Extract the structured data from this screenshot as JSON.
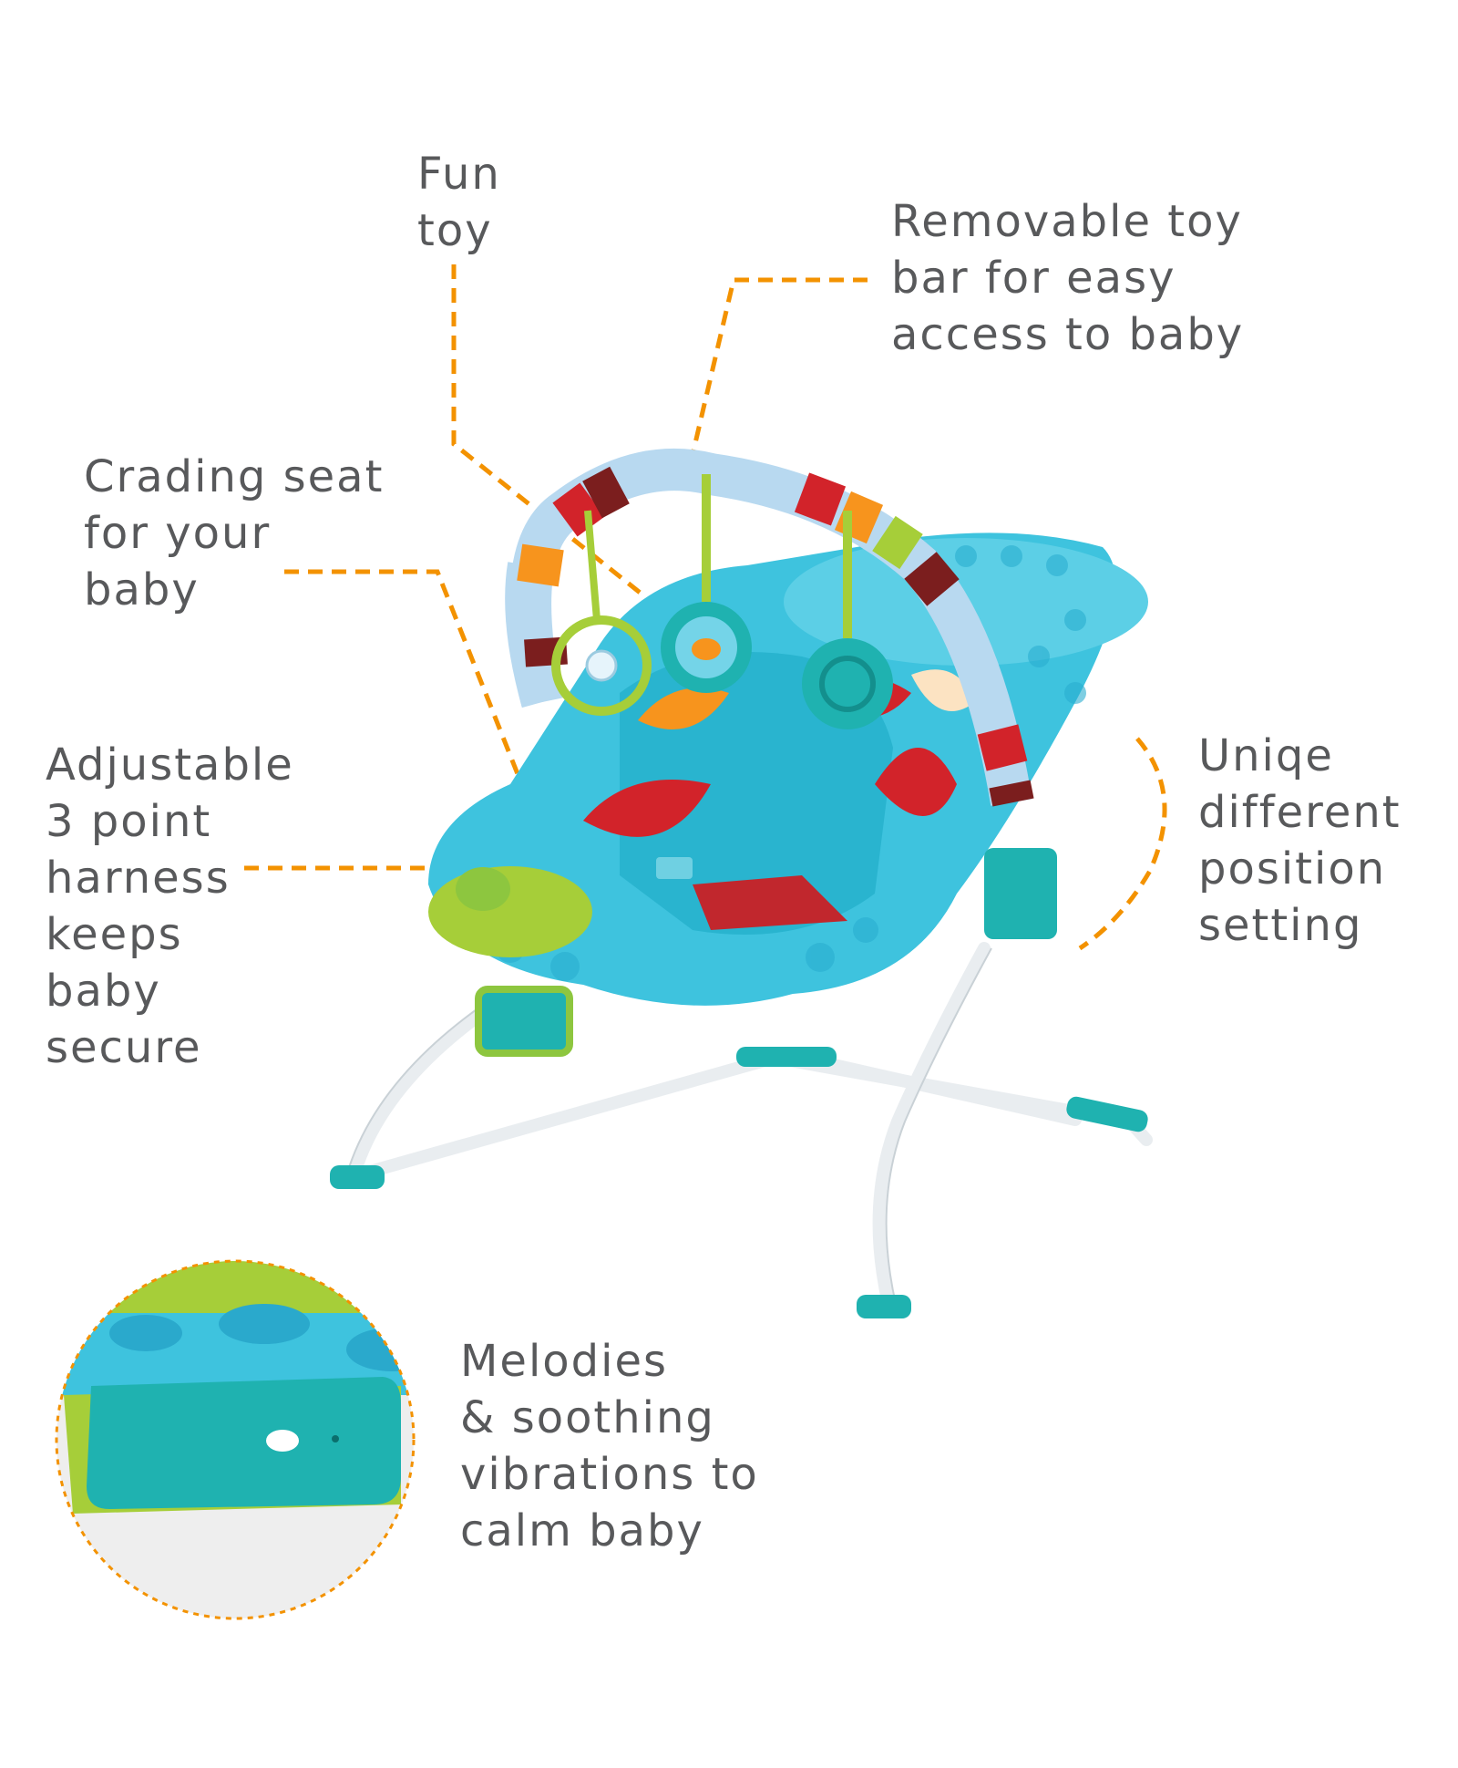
{
  "callouts": {
    "fun_toy": [
      "Fun",
      "toy"
    ],
    "toy_bar": [
      "Removable toy",
      "bar for easy",
      "access to baby"
    ],
    "seat": [
      "Crading seat",
      "for your",
      "baby"
    ],
    "harness": [
      "Adjustable",
      "3 point",
      "harness",
      "keeps",
      "baby",
      "secure"
    ],
    "position": [
      "Uniqe",
      "different",
      "position",
      "setting"
    ],
    "melodies": [
      "Melodies",
      "& soothing",
      "vibrations to",
      "calm baby"
    ]
  },
  "colors": {
    "text": "#58595b",
    "leader_line": "#f39200",
    "frame": "#ffffff",
    "base_accent": "#1fb2b0",
    "fabric": "#3ec3de"
  }
}
